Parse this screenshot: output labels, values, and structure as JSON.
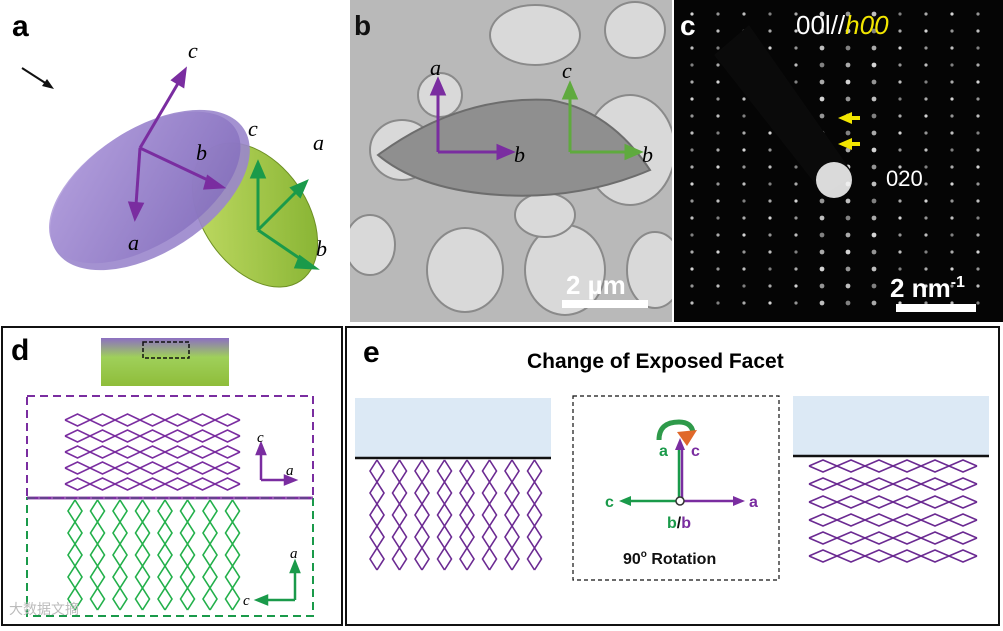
{
  "figure": {
    "panels": {
      "a": {
        "label": "a",
        "axes_purple": [
          "c",
          "b",
          "a"
        ],
        "axes_green": [
          "c",
          "a",
          "b"
        ]
      },
      "b": {
        "label": "b",
        "axes_purple": [
          "a",
          "b"
        ],
        "axes_green": [
          "c",
          "b"
        ],
        "scalebar": "2 µm"
      },
      "c": {
        "label": "c",
        "title_prefix": "00l//",
        "title_suffix": "h00",
        "spot": "020",
        "scalebar_base": "2 nm",
        "scalebar_exp": "-1"
      },
      "d": {
        "label": "d",
        "axes_top": [
          "c",
          "a"
        ],
        "axes_bottom": [
          "a",
          "c"
        ]
      },
      "e": {
        "label": "e",
        "title": "Change of Exposed Facet",
        "rotation_text": "90",
        "rotation_sup": "o",
        "rotation_word": " Rotation",
        "axis_up_green": "a",
        "axis_up_purple": "c",
        "axis_left": "c",
        "axis_right": "a",
        "axis_center_green": "b",
        "axis_center_slash": "/",
        "axis_center_purple": "b"
      }
    },
    "colors": {
      "purple": "#6b2a92",
      "green": "#1a9a4a",
      "yellow": "#f2e600",
      "lightblue": "#dce9f5"
    },
    "watermark": "大数据文摘"
  }
}
